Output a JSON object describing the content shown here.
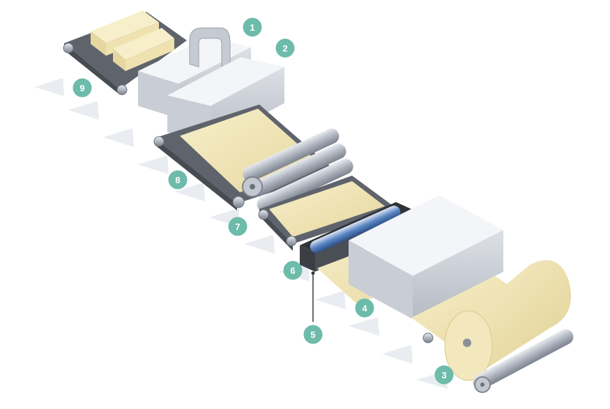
{
  "colors": {
    "badge": "#6dbbaa",
    "material": "#f2e7b8",
    "material_shade": "#e3d39a",
    "machine_top": "#f4f5f8",
    "machine_front": "#cfd3da",
    "machine_side": "#a9aeb8",
    "belt": "#5f646c",
    "roller": "#b9bec8",
    "arrow": "#e8ebef",
    "accent_blue": "#3f6fb5"
  },
  "steps": [
    {
      "id": "step-1",
      "label": "1"
    },
    {
      "id": "step-2",
      "label": "2"
    },
    {
      "id": "step-3",
      "label": "3"
    },
    {
      "id": "step-4",
      "label": "4"
    },
    {
      "id": "step-5",
      "label": "5"
    },
    {
      "id": "step-6",
      "label": "6"
    },
    {
      "id": "step-7",
      "label": "7"
    },
    {
      "id": "step-8",
      "label": "8"
    },
    {
      "id": "step-9",
      "label": "9"
    }
  ]
}
